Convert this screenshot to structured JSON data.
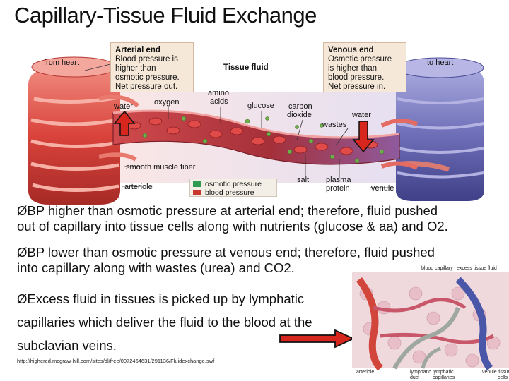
{
  "title": "Capillary-Tissue Fluid Exchange",
  "diagram": {
    "arterial_box": {
      "heading": "Arterial end",
      "lines": [
        "Blood pressure is",
        "higher than",
        "osmotic pressure.",
        "Net pressure out."
      ]
    },
    "venous_box": {
      "heading": "Venous end",
      "lines": [
        "Osmotic pressure",
        "is higher than",
        "blood pressure.",
        "Net pressure in."
      ]
    },
    "labels": {
      "from_heart": "from heart",
      "to_heart": "to heart",
      "tissue_fluid": "Tissue fluid",
      "water_left": "water",
      "oxygen": "oxygen",
      "amino_acids_1": "amino",
      "amino_acids_2": "acids",
      "glucose": "glucose",
      "carbon_dioxide_1": "carbon",
      "carbon_dioxide_2": "dioxide",
      "water_right": "water",
      "wastes": "wastes",
      "smooth_muscle": "smooth muscle fiber",
      "arteriole": "arteriole",
      "salt": "salt",
      "plasma_protein_1": "plasma",
      "plasma_protein_2": "protein",
      "venule": "venule"
    },
    "legend": [
      {
        "label": "osmotic pressure",
        "color": "#2e9a52"
      },
      {
        "label": "blood pressure",
        "color": "#c8372d"
      }
    ]
  },
  "bullets": [
    {
      "marker": "Ø",
      "lines": [
        "BP higher than osmotic pressure at arterial end; therefore, fluid pushed",
        "out of capillary into tissue cells along with nutrients (glucose & aa) and O2."
      ]
    },
    {
      "marker": "Ø",
      "lines": [
        "BP lower than osmotic pressure at venous end; therefore, fluid pushed",
        "into capillary along with wastes (urea) and CO2."
      ]
    },
    {
      "marker": "Ø",
      "lines": [
        "Excess fluid in tissues is picked up by lymphatic",
        "capillaries which deliver the fluid to the blood at the",
        "subclavian veins."
      ]
    }
  ],
  "url": "http://highered.mcgraw-hill.com/sites/dl/free/0072464631/291136/Fluidexchange.swf",
  "lymph_figure": {
    "top_labels": [
      "blood capillary",
      "excess tissue fluid"
    ],
    "bottom_labels": [
      "arteriole",
      "lymphatic duct",
      "lymphatic capillaries",
      "venule",
      "tissue cells"
    ]
  },
  "colors": {
    "artery": "#d9433b",
    "vein": "#6e6fb8",
    "capillary": "#a5303a",
    "arrow_fill": "#d7261e",
    "box_bg": "#f5e8d8"
  },
  "icons": [
    "up-arrow-icon",
    "down-arrow-icon",
    "right-arrow-icon"
  ]
}
